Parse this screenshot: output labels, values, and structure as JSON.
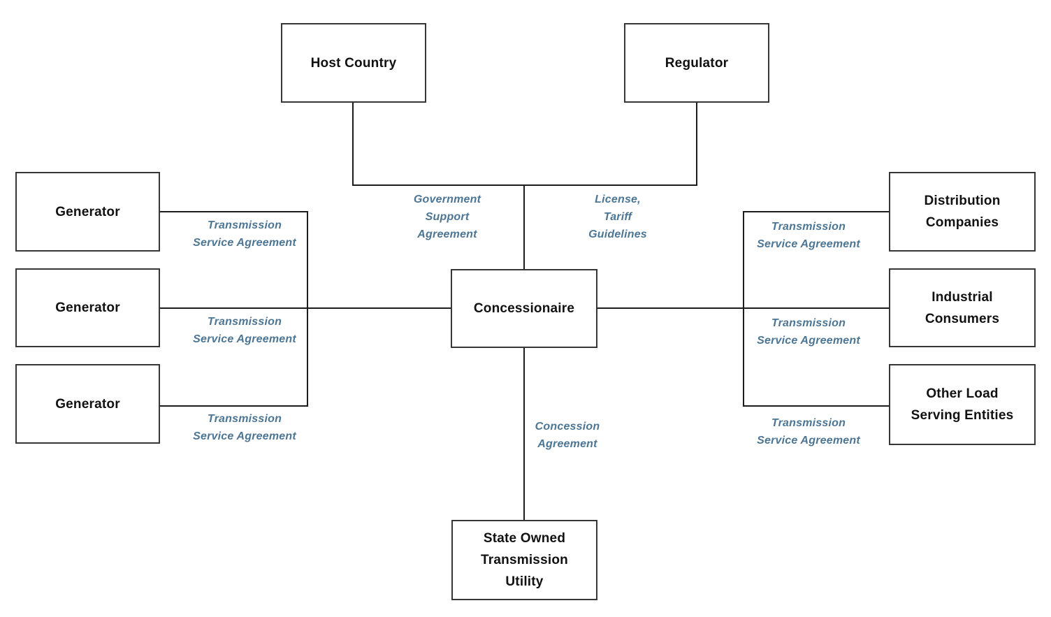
{
  "diagram": {
    "nodes": [
      {
        "id": "host-country",
        "label": "Host Country"
      },
      {
        "id": "regulator",
        "label": "Regulator"
      },
      {
        "id": "generator-1",
        "label": "Generator"
      },
      {
        "id": "generator-2",
        "label": "Generator"
      },
      {
        "id": "generator-3",
        "label": "Generator"
      },
      {
        "id": "concessionaire",
        "label": "Concessionaire"
      },
      {
        "id": "distribution-companies",
        "label": "Distribution\nCompanies"
      },
      {
        "id": "industrial-consumers",
        "label": "Industrial\nConsumers"
      },
      {
        "id": "other-load-serving-entities",
        "label": "Other Load\nServing Entities"
      },
      {
        "id": "state-owned-transmission-utility",
        "label": "State Owned\nTransmission\nUtility"
      }
    ],
    "edges": [
      {
        "id": "host-country-to-concessionaire",
        "label": "Government\nSupport\nAgreement"
      },
      {
        "id": "regulator-to-concessionaire",
        "label": "License,\nTariff\nGuidelines"
      },
      {
        "id": "generator-1-to-concessionaire",
        "label": "Transmission\nService Agreement"
      },
      {
        "id": "generator-2-to-concessionaire",
        "label": "Transmission\nService Agreement"
      },
      {
        "id": "generator-3-to-concessionaire",
        "label": "Transmission\nService Agreement"
      },
      {
        "id": "concessionaire-to-distribution-companies",
        "label": "Transmission\nService Agreement"
      },
      {
        "id": "concessionaire-to-industrial-consumers",
        "label": "Transmission\nService Agreement"
      },
      {
        "id": "concessionaire-to-other-load-serving-entities",
        "label": "Transmission\nService Agreement"
      },
      {
        "id": "concessionaire-to-state-owned-transmission-utility",
        "label": "Concession\nAgreement"
      }
    ],
    "colors": {
      "edge_label_text": "#4d7694",
      "connector_line": "#1c1c1c",
      "box_border": "#363636",
      "box_text": "#111111",
      "background": "#ffffff"
    }
  }
}
